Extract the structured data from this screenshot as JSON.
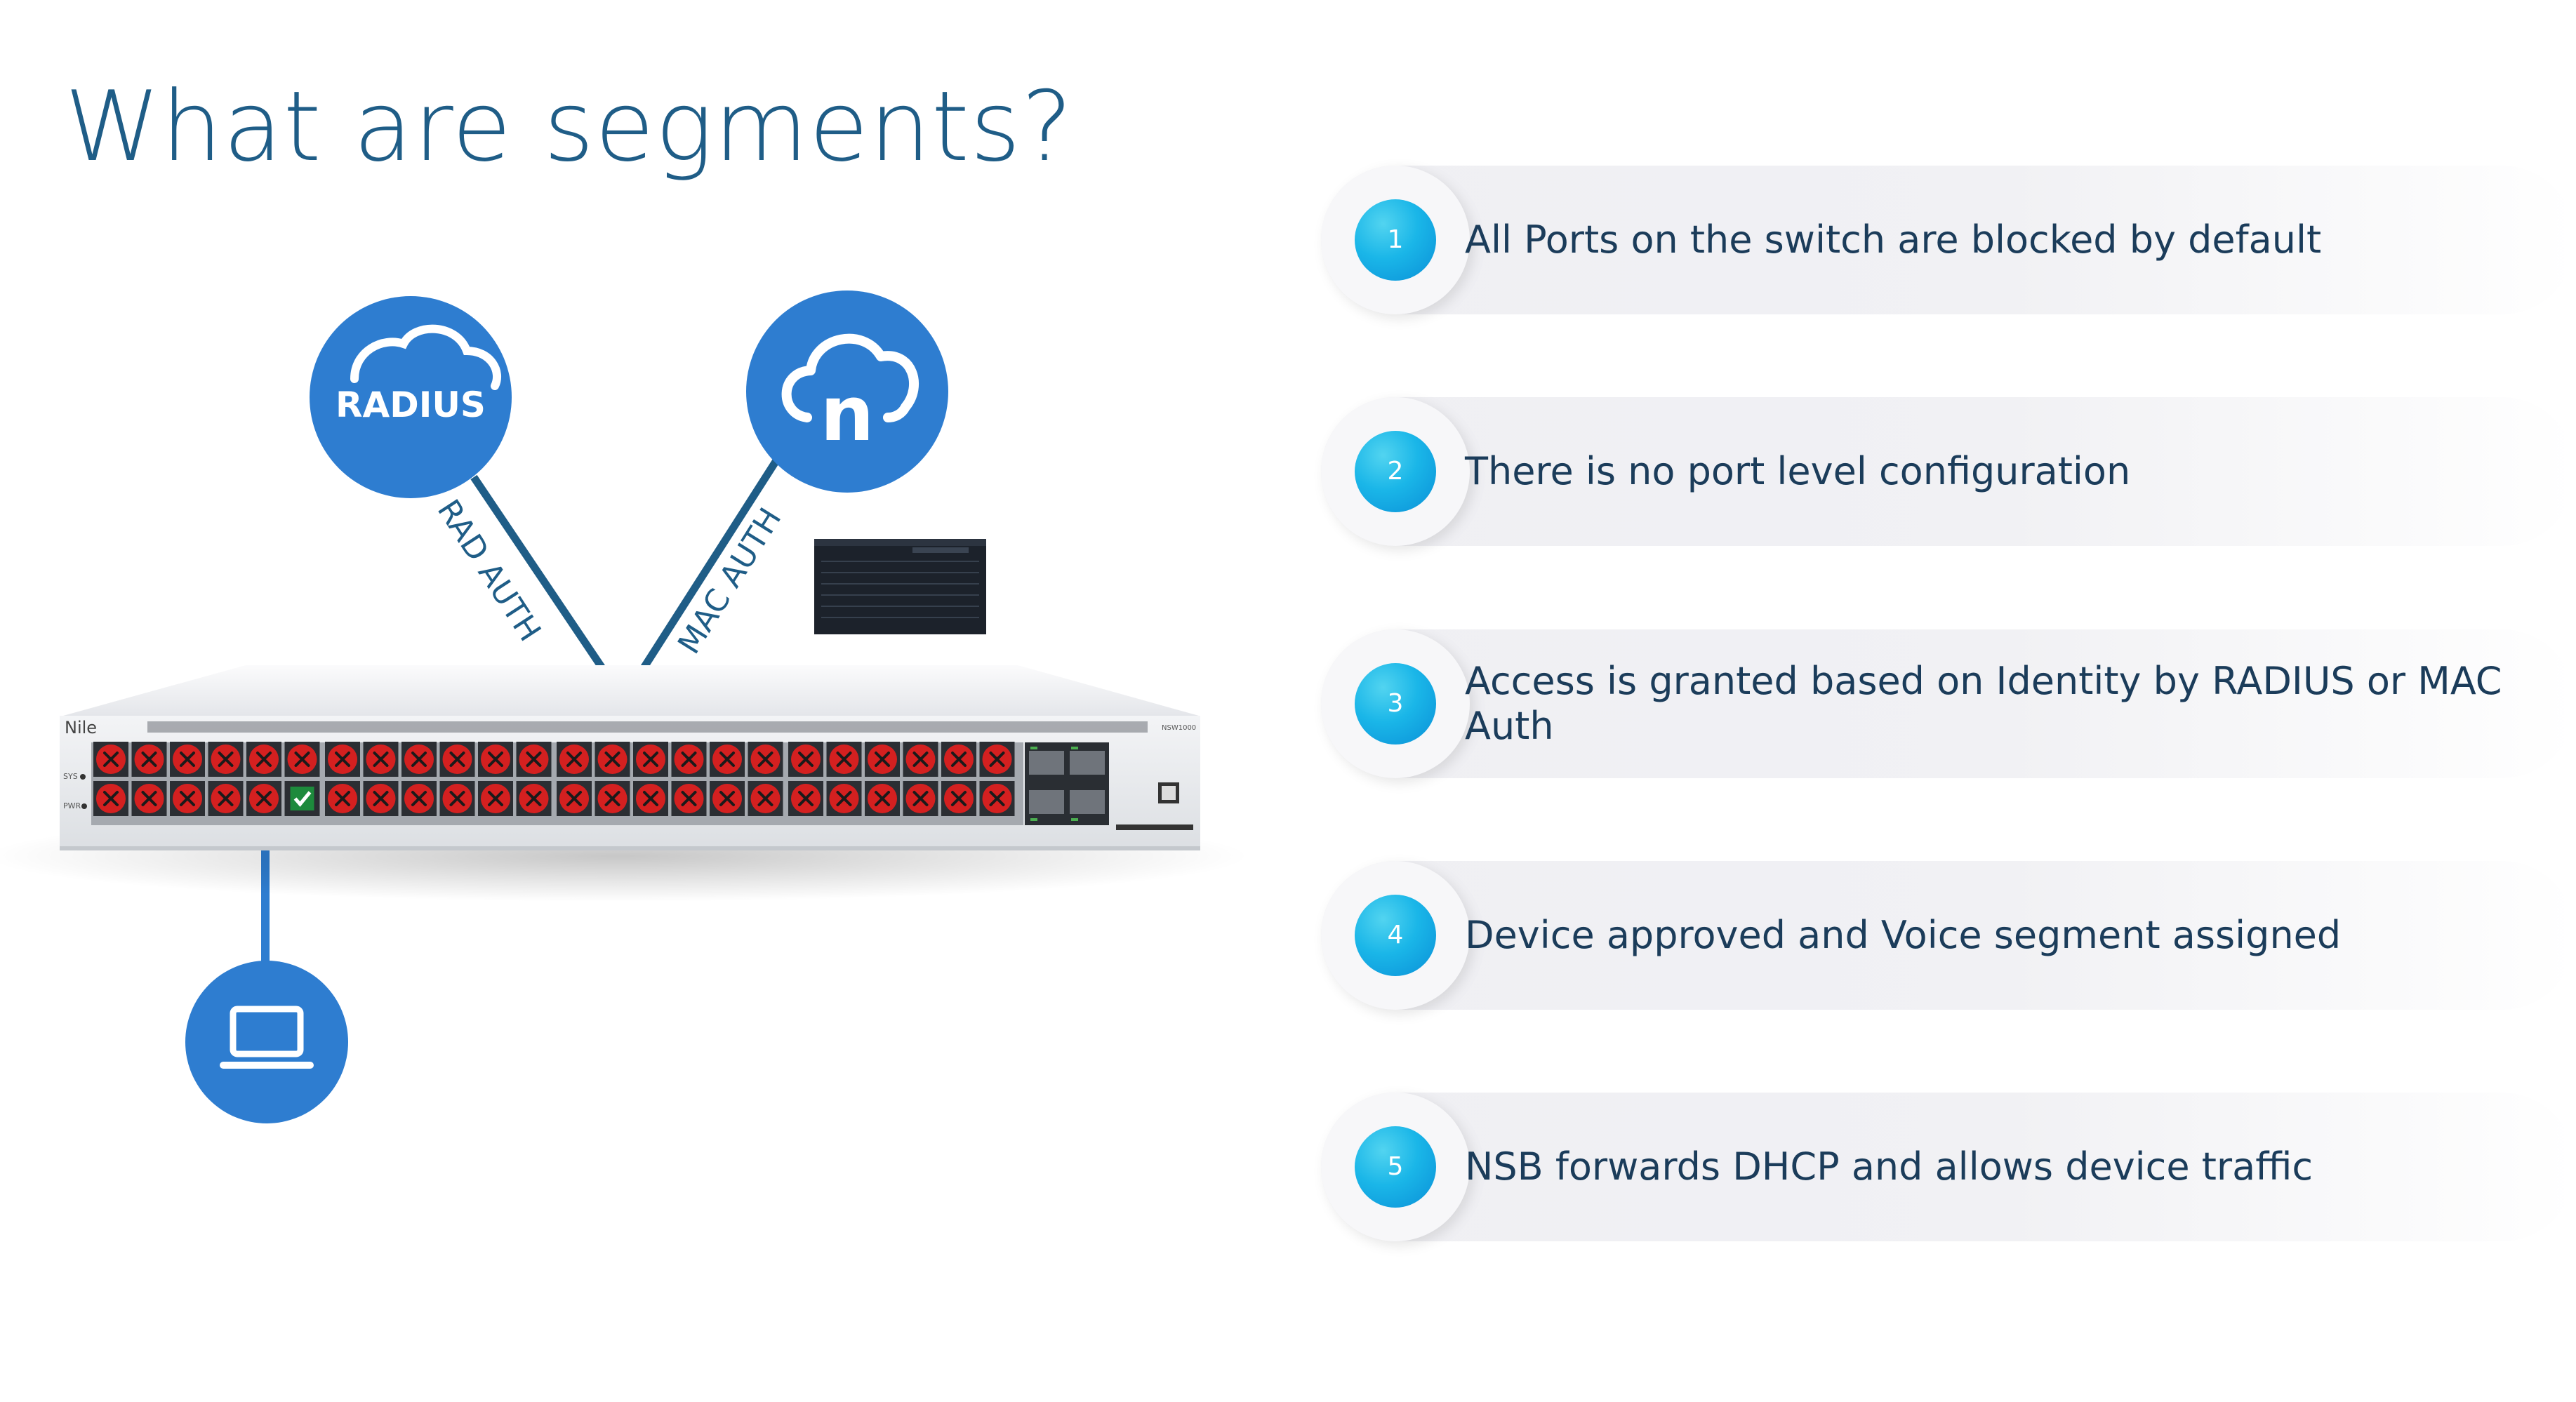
{
  "title": "What are segments?",
  "diagram": {
    "radius_label": "RADIUS",
    "cloud_glyph": "n",
    "rad_auth_label": "RAD AUTH",
    "mac_auth_label": "MAC AUTH",
    "brand": "Nile",
    "model": "NSW1000",
    "led_sys": "SYS",
    "led_pwr": "PWR",
    "ports": {
      "count": 48,
      "approved_port": 5,
      "blocked_color": "#d42020",
      "approved_color": "#1d8a3c"
    },
    "icons": [
      "radius-cloud-icon",
      "nile-cloud-icon",
      "laptop-icon",
      "blocked-port-icon",
      "approved-port-icon"
    ],
    "accent": "#2e7dd0",
    "line_color": "#1f5d87"
  },
  "steps": [
    {
      "num": "1",
      "text": "All Ports on the switch are blocked by default"
    },
    {
      "num": "2",
      "text": "There is no port level configuration"
    },
    {
      "num": "3",
      "text": "Access is granted based on Identity by RADIUS or MAC Auth"
    },
    {
      "num": "4",
      "text": "Device approved and Voice segment assigned"
    },
    {
      "num": "5",
      "text": "NSB forwards DHCP and allows device traffic"
    }
  ]
}
